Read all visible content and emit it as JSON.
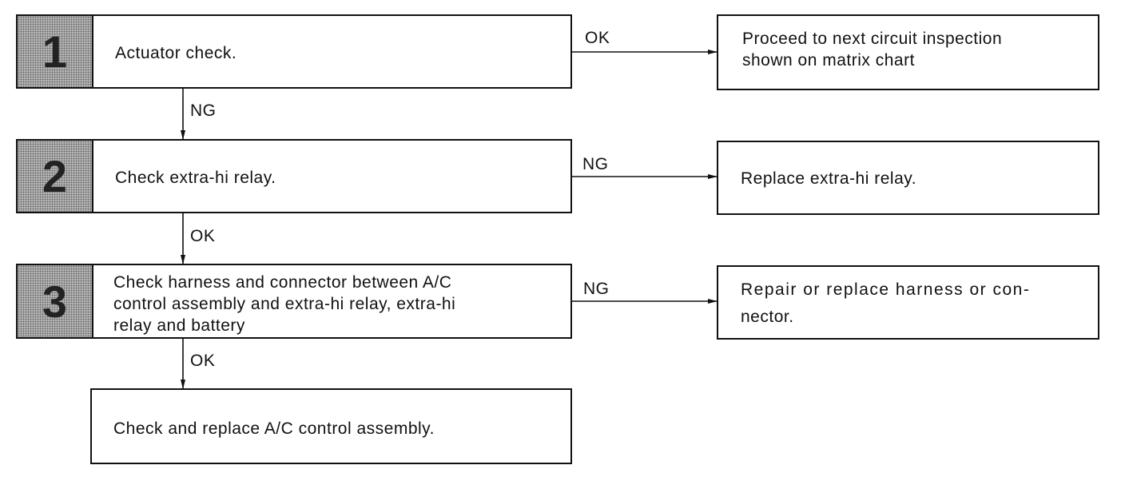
{
  "steps": [
    {
      "number": "1",
      "text": "Actuator check."
    },
    {
      "number": "2",
      "text": "Check extra-hi relay."
    },
    {
      "number": "3",
      "text": "Check harness and connector between A/C control assembly and extra-hi relay, extra-hi relay and battery"
    }
  ],
  "step3_lines": [
    "Check harness and connector between A/C",
    "control assembly and extra-hi relay, extra-hi",
    "relay and battery"
  ],
  "final_box": "Check and replace A/C control assembly.",
  "right_boxes": {
    "r1_lines": [
      "Proceed to next circuit inspection",
      "shown on matrix chart"
    ],
    "r2": "Replace extra-hi relay.",
    "r3_lines": [
      "Repair or replace harness or con-",
      "nector."
    ]
  },
  "branch_labels": {
    "step1_right": "OK",
    "step1_down": "NG",
    "step2_right": "NG",
    "step2_down": "OK",
    "step3_right": "NG",
    "step3_down": "OK"
  }
}
